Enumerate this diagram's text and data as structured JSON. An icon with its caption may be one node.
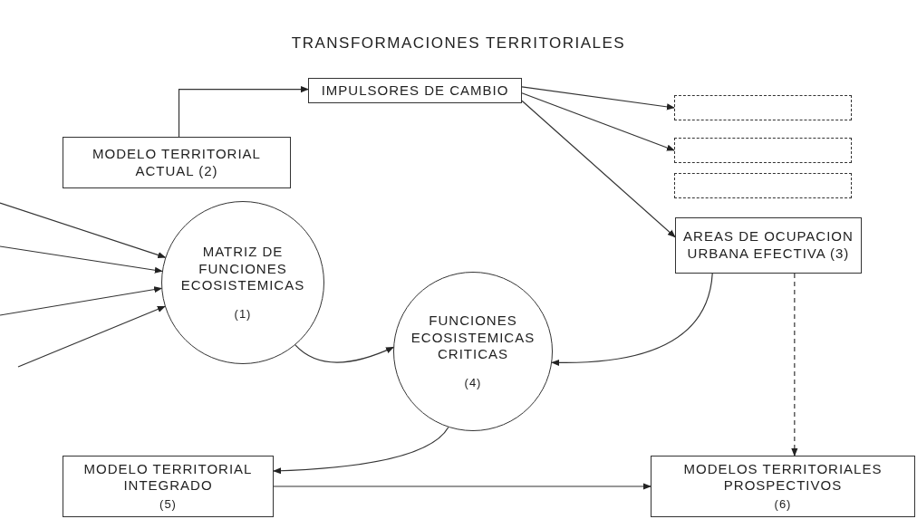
{
  "diagram": {
    "title": "TRANSFORMACIONES TERRITORIALES",
    "nodes": [
      {
        "text": [
          "IMPULSORES DE CAMBIO"
        ]
      },
      {
        "text": [
          "MODELO TERRITORIAL ACTUAL (2)"
        ]
      },
      {
        "text": [],
        "shape": "box"
      },
      {
        "text": [],
        "shape": "box"
      },
      {
        "text": [],
        "shape": "box"
      },
      {
        "text": [
          "AREAS DE OCUPACION URBANA EFECTIVA (3)"
        ]
      },
      {
        "text": [
          "MATRIZ DE FUNCIONES ECOSISTEMICAS",
          "(1)"
        ]
      },
      {
        "text": [
          "FUNCIONES ECOSISTEMICAS CRITICAS",
          "(4)"
        ]
      },
      {
        "text": [
          "MODELO TERRITORIAL INTEGRADO",
          "(5)"
        ]
      },
      {
        "text": [
          "MODELOS TERRITORIALES PROSPECTIVOS",
          "(6)"
        ]
      }
    ],
    "edges": [
      {
        "from": 1,
        "to": 0,
        "arrow": "to"
      },
      {
        "from": 0,
        "to": 2,
        "arrow": "to"
      },
      {
        "from": 0,
        "to": 3,
        "arrow": "to"
      },
      {
        "from": 0,
        "to": 5,
        "arrow": "to"
      },
      {
        "from": null,
        "to": 6,
        "arrow": "to"
      },
      {
        "from": null,
        "to": 6,
        "arrow": "to"
      },
      {
        "from": null,
        "to": 6,
        "arrow": "to"
      },
      {
        "from": null,
        "to": 6,
        "arrow": "to"
      },
      {
        "from": 6,
        "to": 7,
        "arrow": "to"
      },
      {
        "from": 5,
        "to": 7,
        "arrow": "to"
      },
      {
        "from": 7,
        "to": 8,
        "arrow": "to"
      },
      {
        "from": 8,
        "to": 9,
        "arrow": "to"
      },
      {
        "from": 5,
        "to": 9,
        "arrow": "to",
        "style": "dashed"
      }
    ]
  }
}
